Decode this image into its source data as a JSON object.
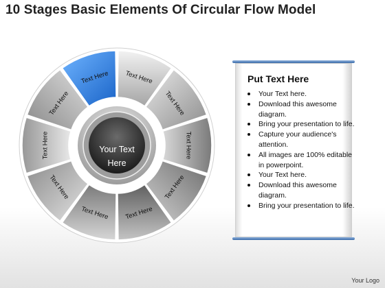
{
  "title": "10 Stages Basic Elements Of Circular Flow Model",
  "wheel": {
    "segment_label": "Text Here",
    "highlight_index": 9,
    "highlight_color": "#2a7fe6",
    "hub_text": [
      "Your Text",
      "Here"
    ]
  },
  "panel": {
    "heading": "Put Text Here",
    "bullets": [
      "Your Text here.",
      "Download this awesome diagram.",
      "Bring your presentation to life.",
      "Capture your audience's attention.",
      "All images are 100% editable in powerpoint.",
      "Your Text here.",
      "Download this awesome diagram.",
      "Bring your presentation to life."
    ],
    "accent_color": "#4a78b5"
  },
  "logo": "Your Logo"
}
